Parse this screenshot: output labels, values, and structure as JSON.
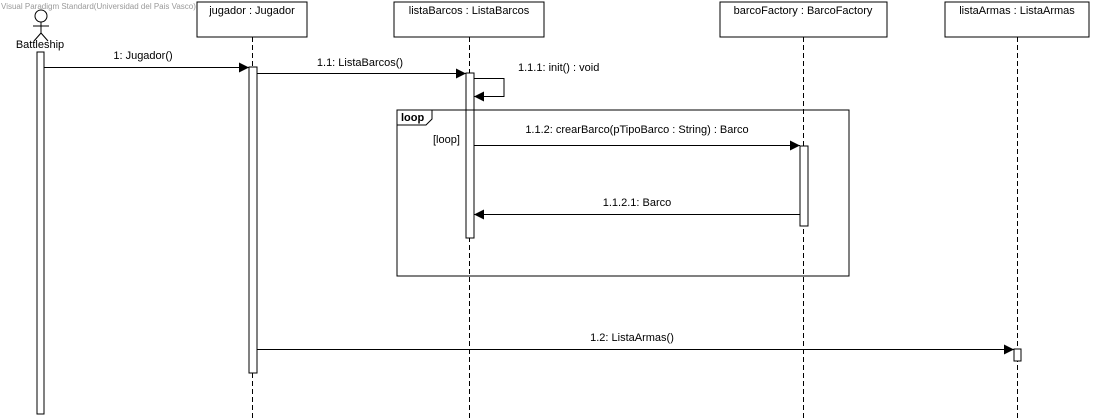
{
  "watermark": "Visual Paradigm Standard(Universidad del Pais Vasco)",
  "actor": {
    "name": "Battleship"
  },
  "lifelines": [
    {
      "id": "jugador",
      "label": "jugador : Jugador"
    },
    {
      "id": "listaBarcos",
      "label": "listaBarcos : ListaBarcos"
    },
    {
      "id": "barcoFactory",
      "label": "barcoFactory : BarcoFactory"
    },
    {
      "id": "listaArmas",
      "label": "listaArmas : ListaArmas"
    }
  ],
  "messages": [
    {
      "id": "m1",
      "label": "1: Jugador()",
      "from": "Battleship",
      "to": "jugador",
      "kind": "call"
    },
    {
      "id": "m11",
      "label": "1.1: ListaBarcos()",
      "from": "jugador",
      "to": "listaBarcos",
      "kind": "call"
    },
    {
      "id": "m111",
      "label": "1.1.1: init() : void",
      "from": "listaBarcos",
      "to": "listaBarcos",
      "kind": "self"
    },
    {
      "id": "m112",
      "label": "1.1.2: crearBarco(pTipoBarco : String) : Barco",
      "from": "listaBarcos",
      "to": "barcoFactory",
      "kind": "call"
    },
    {
      "id": "m1121",
      "label": "1.1.2.1: Barco",
      "from": "barcoFactory",
      "to": "listaBarcos",
      "kind": "return"
    },
    {
      "id": "m12",
      "label": "1.2: ListaArmas()",
      "from": "jugador",
      "to": "listaArmas",
      "kind": "call"
    }
  ],
  "fragment": {
    "keyword": "loop",
    "guard": "[loop]"
  }
}
